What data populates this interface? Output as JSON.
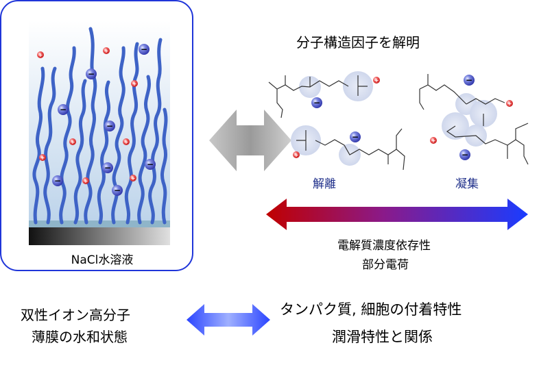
{
  "left_panel": {
    "caption": "NaCl水溶液"
  },
  "right_panel": {
    "title": "分子構造因子を解明",
    "label_dissociation": "解離",
    "label_aggregation": "凝集",
    "gradient_text_line1": "電解質濃度依存性",
    "gradient_text_line2": "部分電荷"
  },
  "bottom": {
    "left_line1": "双性イオン高分子",
    "left_line2": "薄膜の水和状態",
    "right_line1": "タンパク質, 細胞の付着特性",
    "right_line2": "潤滑特性と関係"
  },
  "ion_signs": {
    "minus": "−",
    "plus": "+"
  },
  "colors": {
    "box_border": "#1f35d9",
    "polymer": "#3e63c6",
    "anion": "#3b45c9",
    "cation": "#e03030",
    "gradient_start": "#c00000",
    "gradient_end": "#1a3cff",
    "label_blue": "#1f2f8a"
  }
}
